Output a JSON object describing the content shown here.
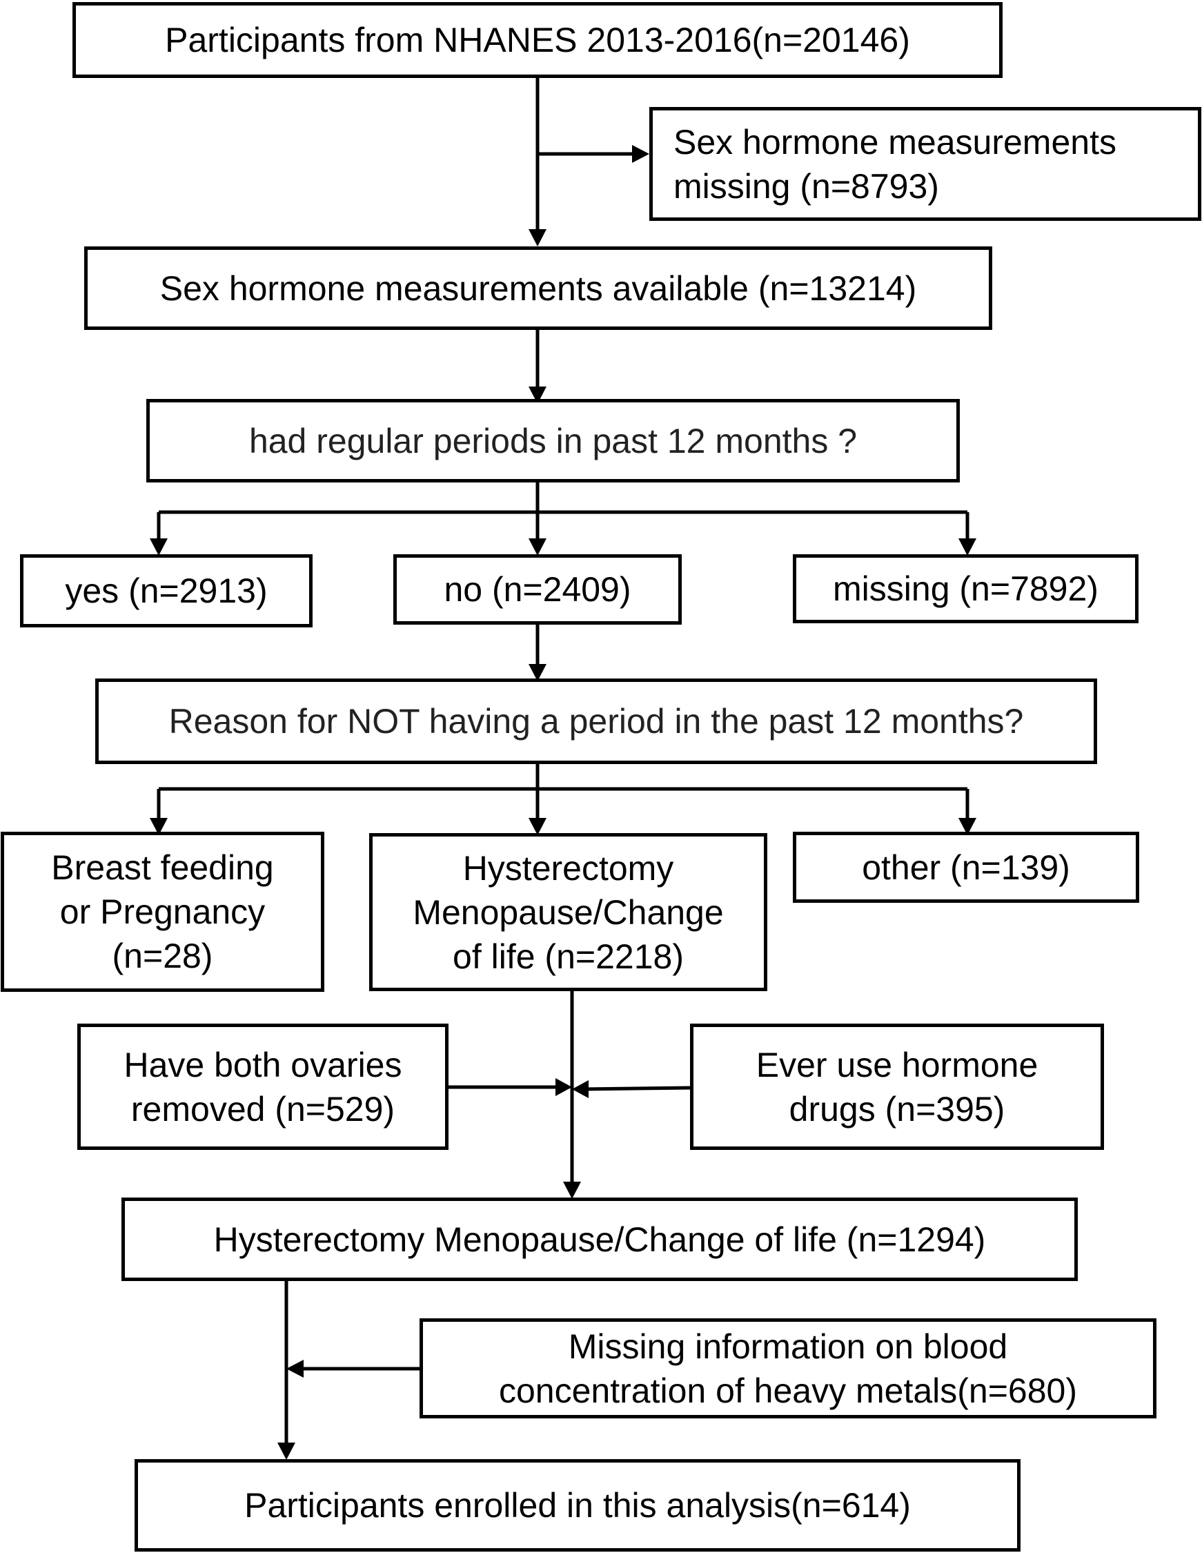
{
  "flow": {
    "start": "Participants from NHANES 2013-2016(n=20146)",
    "excluded_missing_hormone": "Sex hormone measurements\nmissing (n=8793)",
    "hormone_available": "Sex hormone measurements available (n=13214)",
    "question_regular_periods": "had regular periods in past 12 months ?",
    "answer_yes": "yes (n=2913)",
    "answer_no": "no (n=2409)",
    "answer_missing": "missing (n=7892)",
    "question_reason": "Reason for NOT having a period in the past 12 months?",
    "reason_breast_feeding": "Breast feeding\nor Pregnancy\n(n=28)",
    "reason_hysterectomy": "Hysterectomy\nMenopause/Change\nof life (n=2218)",
    "reason_other": "other (n=139)",
    "excluded_ovaries": "Have both ovaries\nremoved (n=529)",
    "excluded_hormone_drugs": "Ever use hormone\ndrugs (n=395)",
    "hysterectomy_final": "Hysterectomy Menopause/Change of life (n=1294)",
    "excluded_heavy_metals": "Missing information on blood\nconcentration of heavy metals(n=680)",
    "enrolled": "Participants enrolled in this analysis(n=614)"
  }
}
